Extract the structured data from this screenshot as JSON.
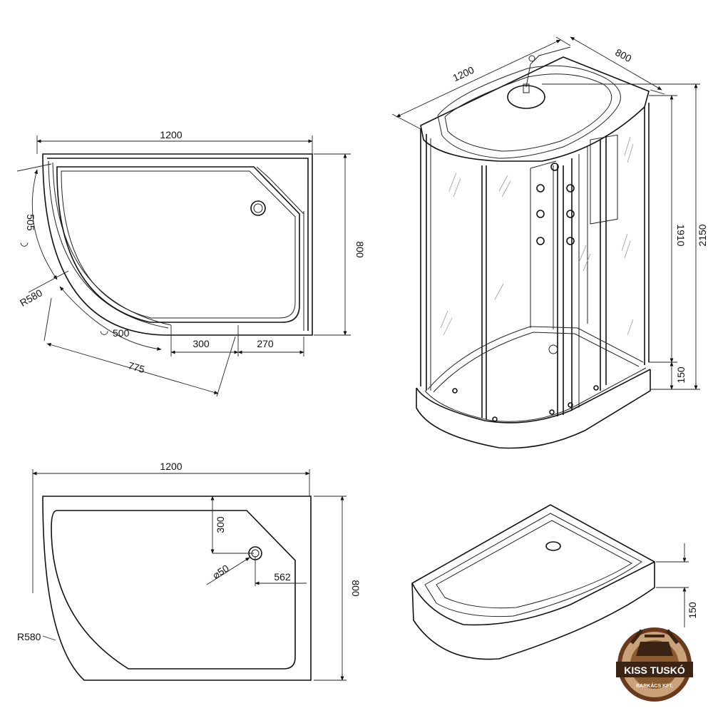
{
  "top_view": {
    "width": "1200",
    "depth": "800",
    "radius_a": "505",
    "radius_b": "R580",
    "radius_c": "500",
    "offset_1": "300",
    "offset_2": "270",
    "diagonal": "775"
  },
  "iso_view": {
    "width": "1200",
    "depth": "800",
    "total_height": "2150",
    "inner_height": "1910",
    "base_height": "150"
  },
  "tray_plan": {
    "width": "1200",
    "depth": "800",
    "drain_offset_y": "300",
    "drain_diameter": "⌀50",
    "drain_offset_x": "562",
    "radius": "R580"
  },
  "tray_iso": {
    "height": "150"
  },
  "logo": {
    "name": "KISS TUSKÓ",
    "subtitle": "BARKÁCS KFT.",
    "colors": {
      "brown": "#6b3a1e",
      "tan": "#c9a27a",
      "dark": "#3b2414"
    }
  }
}
